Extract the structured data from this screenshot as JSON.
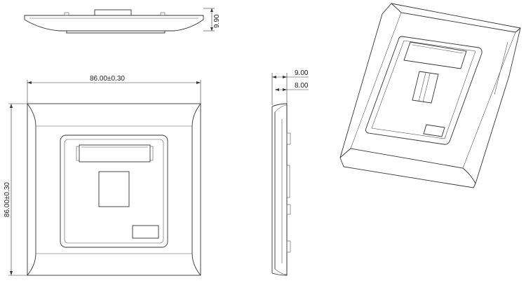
{
  "dimensions": {
    "top_thickness": "9.90",
    "width": "86.00±0.30",
    "height": "86.00±0.30",
    "side_total_depth": "9.00",
    "side_plate_depth": "8.00"
  }
}
